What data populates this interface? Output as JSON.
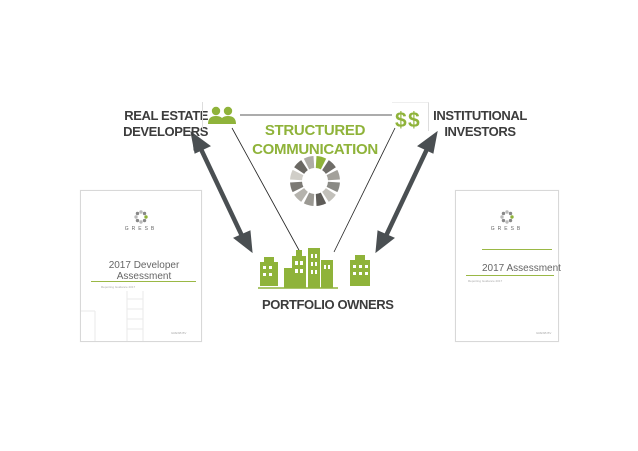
{
  "nodes": {
    "developers": "REAL ESTATE\nDEVELOPERS",
    "investors": "INSTITUTIONAL\nINVESTORS",
    "owners": "PORTFOLIO OWNERS"
  },
  "center": {
    "title": "STRUCTURED\nCOMMUNICATION"
  },
  "reports": {
    "left": {
      "brand": "GRESB",
      "title": "2017 Developer\nAssessment",
      "subtitle": "Reporting Guidance 2017",
      "footer": "GRESB BV"
    },
    "right": {
      "brand": "GRESB",
      "title": "2017 Assessment",
      "subtitle": "Reporting Guidance 2017",
      "footer": "GRESB BV"
    }
  },
  "icons": {
    "developers": "people-icon",
    "investors": "money-icon",
    "owners": "buildings-icon",
    "center": "segmented-ring-icon"
  },
  "colors": {
    "accent": "#8fb33a",
    "text": "#3c3c3c",
    "arrow": "#4a4f52",
    "ring_gray": "#8a8a85"
  }
}
